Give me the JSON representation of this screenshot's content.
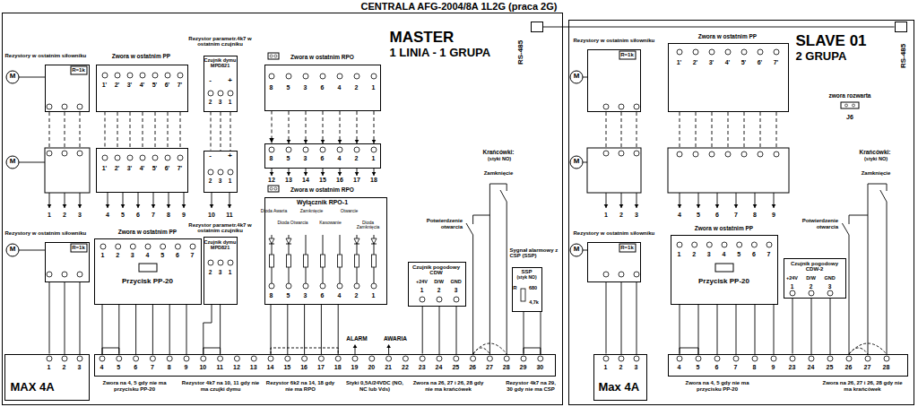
{
  "diagram": {
    "title": "CENTRALA AFG-2004/8A 1L2G (praca 2G)",
    "nodes": [
      {
        "text": [
          "MASTER",
          "1 LINIA - 1 GRUPA"
        ]
      },
      {
        "text": [
          "RS-485"
        ],
        "in": 0
      },
      {
        "text": [
          "Rezystory w ostatnim siłowniku",
          "R=1k"
        ],
        "in": 0
      },
      {
        "text": [
          "Zwora w ostatnim PP",
          "1'",
          "2'",
          "3'",
          "4'",
          "5'",
          "6'",
          "7'"
        ],
        "in": 0
      },
      {
        "text": [
          "Rezystor parametr.4k7 w ostatnim czujniku",
          "Czujnik dymu MPD821",
          "-",
          "+",
          "2",
          "3",
          "1"
        ],
        "in": 0
      },
      {
        "text": [
          "Zwora w ostatnim RPO",
          "8",
          "5",
          "3",
          "6",
          "4",
          "2",
          "1"
        ],
        "in": 0
      },
      {
        "text": [
          "1'",
          "2'",
          "3'",
          "4'",
          "5'",
          "6'",
          "7'"
        ],
        "in": 0
      },
      {
        "text": [
          "-",
          "+",
          "2",
          "3",
          "1"
        ],
        "in": 0
      },
      {
        "text": [
          "8",
          "5",
          "3",
          "6",
          "4",
          "2",
          "1"
        ],
        "in": 0
      },
      {
        "text": [
          "Rezystory w ostatnim siłowniku",
          "R=1k"
        ],
        "in": 0
      },
      {
        "text": [
          "Zwora w ostatnim PP",
          "1",
          "2",
          "3",
          "4",
          "5",
          "6",
          "7",
          "Przycisk PP-20"
        ],
        "in": 0
      },
      {
        "text": [
          "Rezystor parametr.4k7 w ostatnim czujniku",
          "Czujnik dymu MPD821",
          "2",
          "3",
          "1"
        ],
        "in": 0
      },
      {
        "text": [
          "Zwora w ostatnim RPO",
          "Wyłącznik RPO-1",
          "Dioda Awaria",
          "Dioda Otwarcia",
          "Zamknięcie",
          "Kasowanie",
          "Otwarcie",
          "Dioda Zamknięcia",
          "8",
          "5",
          "3",
          "6",
          "4",
          "2",
          "1"
        ],
        "in": 0
      },
      {
        "text": [
          "Czujnik pogodowy CDW",
          "+24V",
          "D/W",
          "GND",
          "1",
          "2",
          "3"
        ],
        "in": 0
      },
      {
        "text": [
          "Sygnał alarmowy z CSP (SSP)",
          "SSP",
          "(styk NO)",
          "R",
          "680",
          "4,7k"
        ],
        "in": 0
      },
      {
        "text": [
          "1",
          "2",
          "3",
          "MAX 4A"
        ],
        "in": 0
      },
      {
        "text": [
          "4",
          "5",
          "6",
          "7",
          "8",
          "9",
          "10",
          "11",
          "12",
          "13",
          "14",
          "15",
          "16",
          "17",
          "18",
          "19",
          "20",
          "21",
          "22",
          "23",
          "24",
          "25",
          "26",
          "27",
          "28",
          "29",
          "30"
        ],
        "in": 0
      },
      {
        "text": [
          "SLAVE 01",
          "2 GRUPA"
        ]
      },
      {
        "text": [
          "RS-485"
        ],
        "in": 17
      },
      {
        "text": [
          "Rezystory w ostatnim siłowniku",
          "R=1k"
        ],
        "in": 17
      },
      {
        "text": [
          "Zwora w ostatnim PP",
          "1'",
          "2'",
          "3'",
          "4'",
          "5'",
          "6'",
          "7'"
        ],
        "in": 17
      },
      {
        "text": [
          "Rezystory w ostatnim siłowniku",
          "R=1k"
        ],
        "in": 17
      },
      {
        "text": [
          "Zwora w ostatnim PP",
          "1",
          "2",
          "3",
          "4",
          "5",
          "6",
          "7",
          "Przycisk PP-20"
        ],
        "in": 17
      },
      {
        "text": [
          "Czujnik pogodowy CDW-2",
          "+24V",
          "D/W",
          "GND",
          "1",
          "2",
          "3"
        ],
        "in": 17
      },
      {
        "text": [
          "1",
          "2",
          "3",
          "Max 4A"
        ],
        "in": 17
      },
      {
        "text": [
          "4",
          "5",
          "6",
          "7",
          "8",
          "9",
          "23",
          "24",
          "25",
          "26",
          "27",
          "28"
        ],
        "in": 17
      }
    ],
    "edges": [
      {
        "from": 1,
        "to": 18,
        "arrow": "none"
      },
      {
        "from": 3,
        "to": 6,
        "arrow": "none"
      },
      {
        "from": 4,
        "to": 7,
        "arrow": "none"
      },
      {
        "from": 5,
        "to": 8,
        "arrow": "to"
      },
      {
        "from": 9,
        "to": 15,
        "arrow": "none"
      },
      {
        "from": 10,
        "to": 16,
        "arrow": "none"
      },
      {
        "from": 11,
        "to": 16,
        "arrow": "none"
      },
      {
        "from": 12,
        "to": 16,
        "arrow": "none"
      },
      {
        "from": 13,
        "to": 16,
        "arrow": "none"
      },
      {
        "from": 14,
        "to": 16,
        "arrow": "none"
      },
      {
        "from": 21,
        "to": 24,
        "arrow": "none"
      },
      {
        "from": 22,
        "to": 25,
        "arrow": "none"
      },
      {
        "from": 23,
        "to": 25,
        "arrow": "none"
      }
    ],
    "labels": [
      "M",
      "M",
      "M",
      "1",
      "2",
      "3",
      "4",
      "5",
      "6",
      "7",
      "8",
      "9",
      "10",
      "11",
      "12",
      "13",
      "14",
      "15",
      "16",
      "17",
      "18",
      "Krańcówki:",
      "(styki NO)",
      "Zamknięcie",
      "Potwierdzenie otwarcia",
      "ALARM",
      "AWARIA",
      "Zwora na 4, 5 gdy nie ma przycisku PP-20",
      "Rezystor 4k7 na 10, 11 gdy nie ma czujki dymu",
      "Rezystor 6k2 na 14, 18 gdy nie ma RPO",
      "Styki 0,5A/24VDC (NO, NC lub Vds)",
      "Zwora na 26, 27 i 26, 28 gdy nie ma krańcówek",
      "Rezystor 4k7 na 29, 30 gdy nie ma CSP",
      "M",
      "M",
      "M",
      "zwora rozwarta",
      "J6",
      "1",
      "2",
      "3",
      "4",
      "5",
      "6",
      "7",
      "8",
      "9",
      "Krańcówki:",
      "(styki NO)",
      "Zamknięcie",
      "Potwierdzenie otwarcia",
      "Zwora na 4, 5 gdy nie ma przycisku PP-20",
      "Zwora na 26, 27 i 26, 28 gdy nie ma krańcówek"
    ]
  }
}
